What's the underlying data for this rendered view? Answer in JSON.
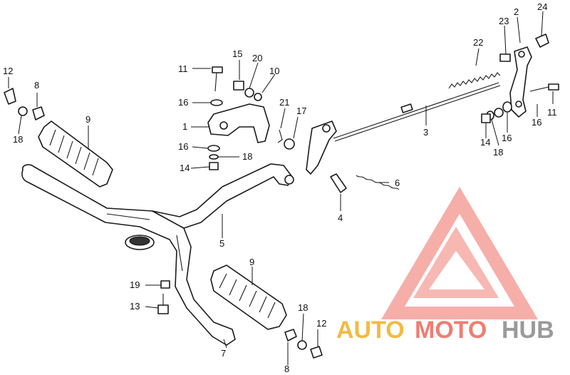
{
  "labels": {
    "l1": "1",
    "l2": "2",
    "l3": "3",
    "l4": "4",
    "l5": "5",
    "l6": "6",
    "l7": "7",
    "l8a": "8",
    "l8b": "8",
    "l9a": "9",
    "l9b": "9",
    "l10": "10",
    "l11a": "11",
    "l11b": "11",
    "l12a": "12",
    "l12b": "12",
    "l13": "13",
    "l14a": "14",
    "l14b": "14",
    "l15": "15",
    "l16a": "16",
    "l16b": "16",
    "l16c": "16",
    "l16d": "16",
    "l17": "17",
    "l18a": "18",
    "l18b": "18",
    "l18c": "18",
    "l18d": "18",
    "l19": "19",
    "l20": "20",
    "l21": "21",
    "l22": "22",
    "l23": "23",
    "l24": "24"
  },
  "watermark": {
    "auto": "AUTO",
    "moto": "MOTO",
    "hub": "HUB",
    "colors": {
      "auto": "#f5b942",
      "moto": "#ef7d73",
      "hub": "#9a9a9a"
    }
  }
}
